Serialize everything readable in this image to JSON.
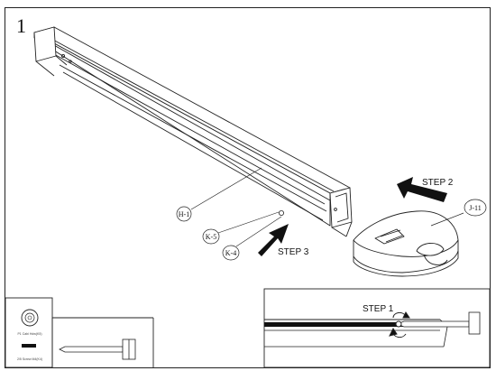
{
  "page_number": "1",
  "steps": {
    "step1": "STEP 1",
    "step2": "STEP 2",
    "step3": "STEP 3"
  },
  "part_labels": {
    "rail": "H-1",
    "cap": "J-11",
    "washer": "K-5",
    "screw": "K-4"
  },
  "inset_left": {
    "caption_top": "P1 Cabi Hdw(K5)",
    "caption_bottom": "2/5 Screw M4(K4)"
  }
}
